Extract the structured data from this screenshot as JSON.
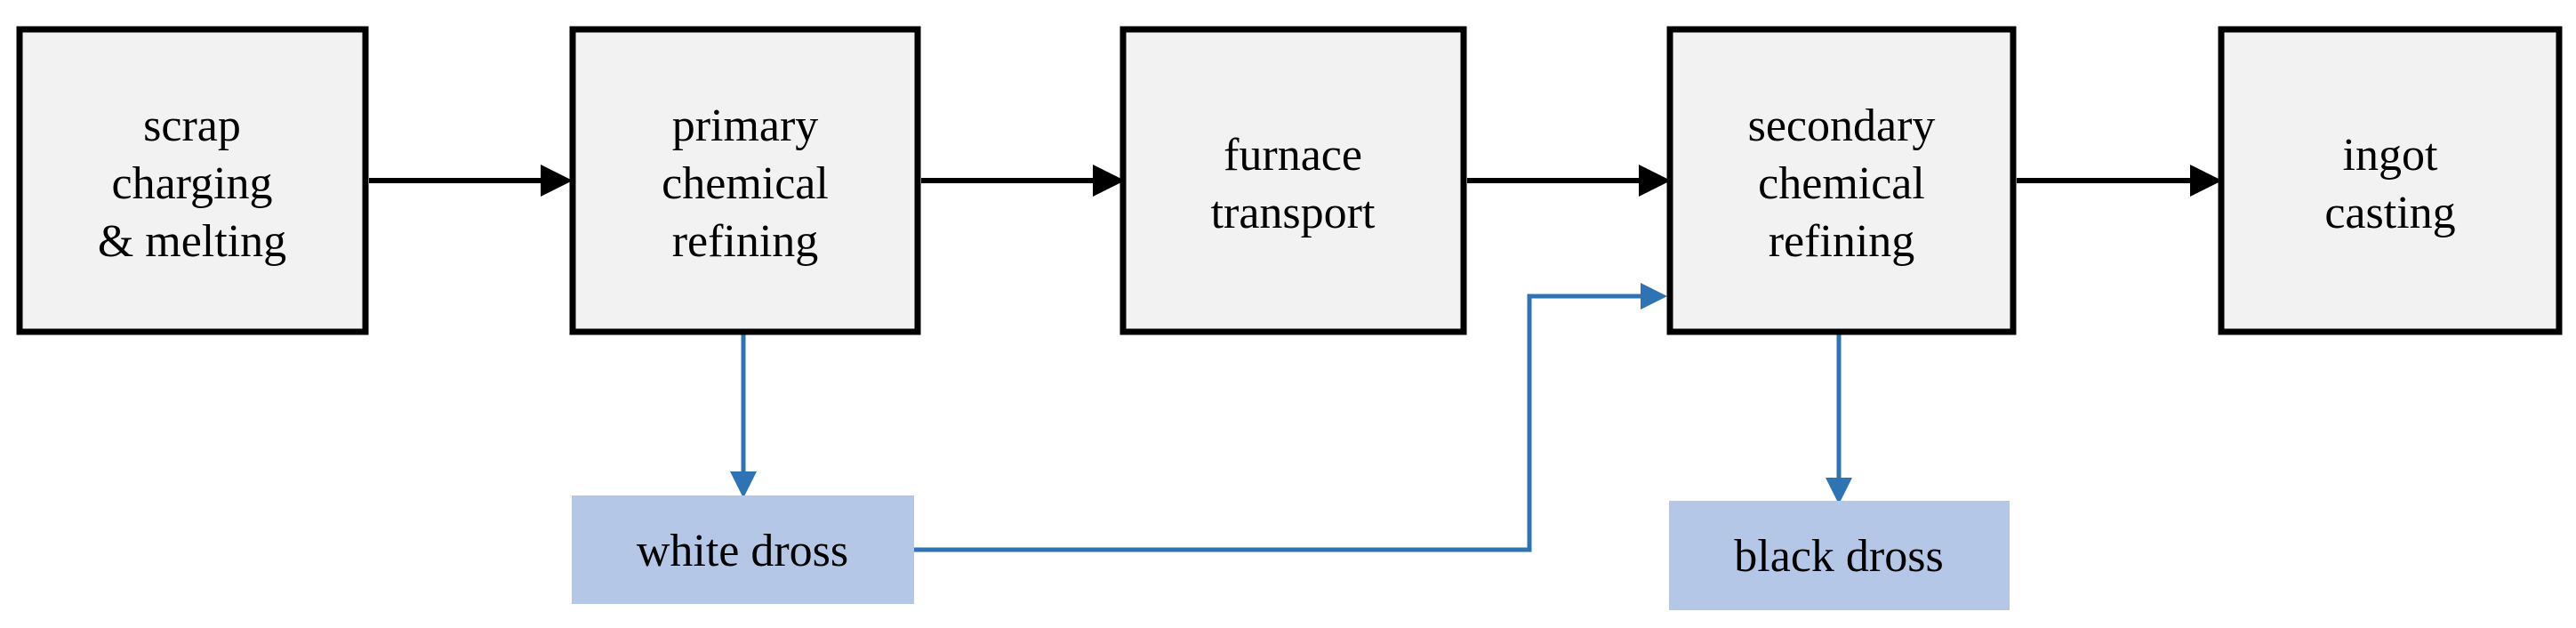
{
  "diagram": {
    "process_steps": [
      {
        "id": "scrap",
        "lines": [
          "scrap",
          "charging",
          "& melting"
        ]
      },
      {
        "id": "primary",
        "lines": [
          "primary",
          "chemical",
          "refining"
        ]
      },
      {
        "id": "furnace",
        "lines": [
          "furnace",
          "transport"
        ]
      },
      {
        "id": "secondary",
        "lines": [
          "secondary",
          "chemical",
          "refining"
        ]
      },
      {
        "id": "ingot",
        "lines": [
          "ingot",
          "casting"
        ]
      }
    ],
    "byproducts": [
      {
        "id": "white-dross",
        "label": "white dross"
      },
      {
        "id": "black-dross",
        "label": "black dross"
      }
    ],
    "colors": {
      "box_fill": "#f2f2f2",
      "box_stroke": "#000000",
      "dross_fill": "#b4c7e7",
      "blue_arrow": "#2e74b5",
      "black_arrow": "#000000"
    }
  }
}
